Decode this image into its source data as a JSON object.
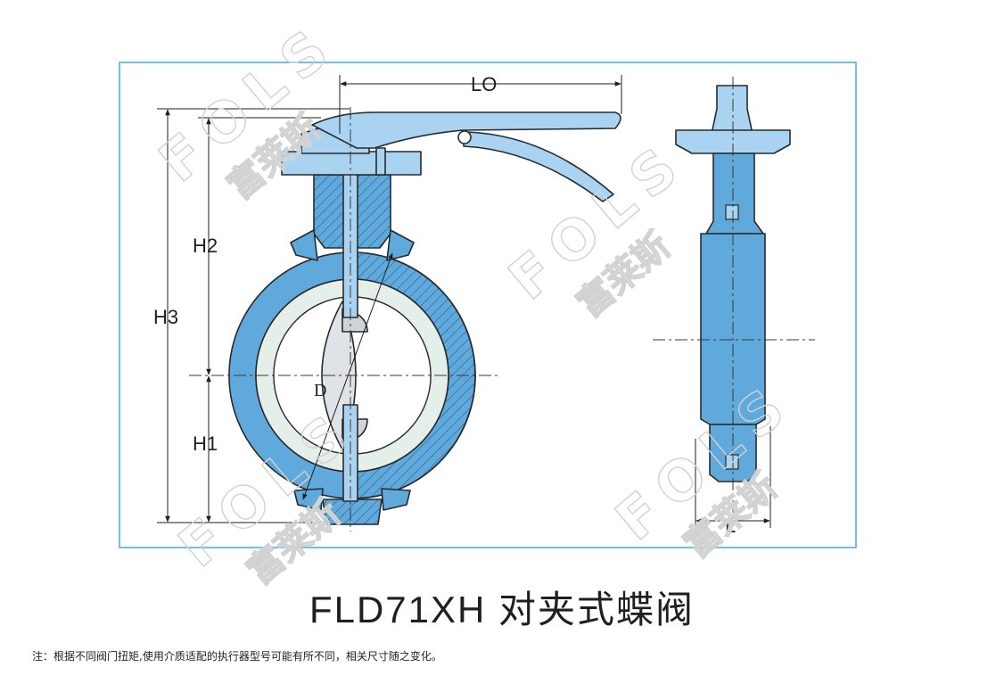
{
  "diagram": {
    "dimensions": {
      "lo": "LO",
      "h2": "H2",
      "h3": "H3",
      "h1": "H1",
      "l": "L",
      "d": "D"
    }
  },
  "watermark": {
    "brand": "FOLS",
    "chinese": "富莱斯"
  },
  "caption": {
    "model": "FLD71XH",
    "name": "对夹式蝶阀"
  },
  "note": "注：根据不同阀门扭矩,使用介质适配的执行器型号可能有所不同，相关尺寸随之变化。",
  "colors": {
    "body": "#5fa9dc",
    "body_light": "#a9d3f0",
    "seat_lining": "#e4efe9",
    "outline": "#2a2a2a",
    "frame": "#4db4e2"
  }
}
